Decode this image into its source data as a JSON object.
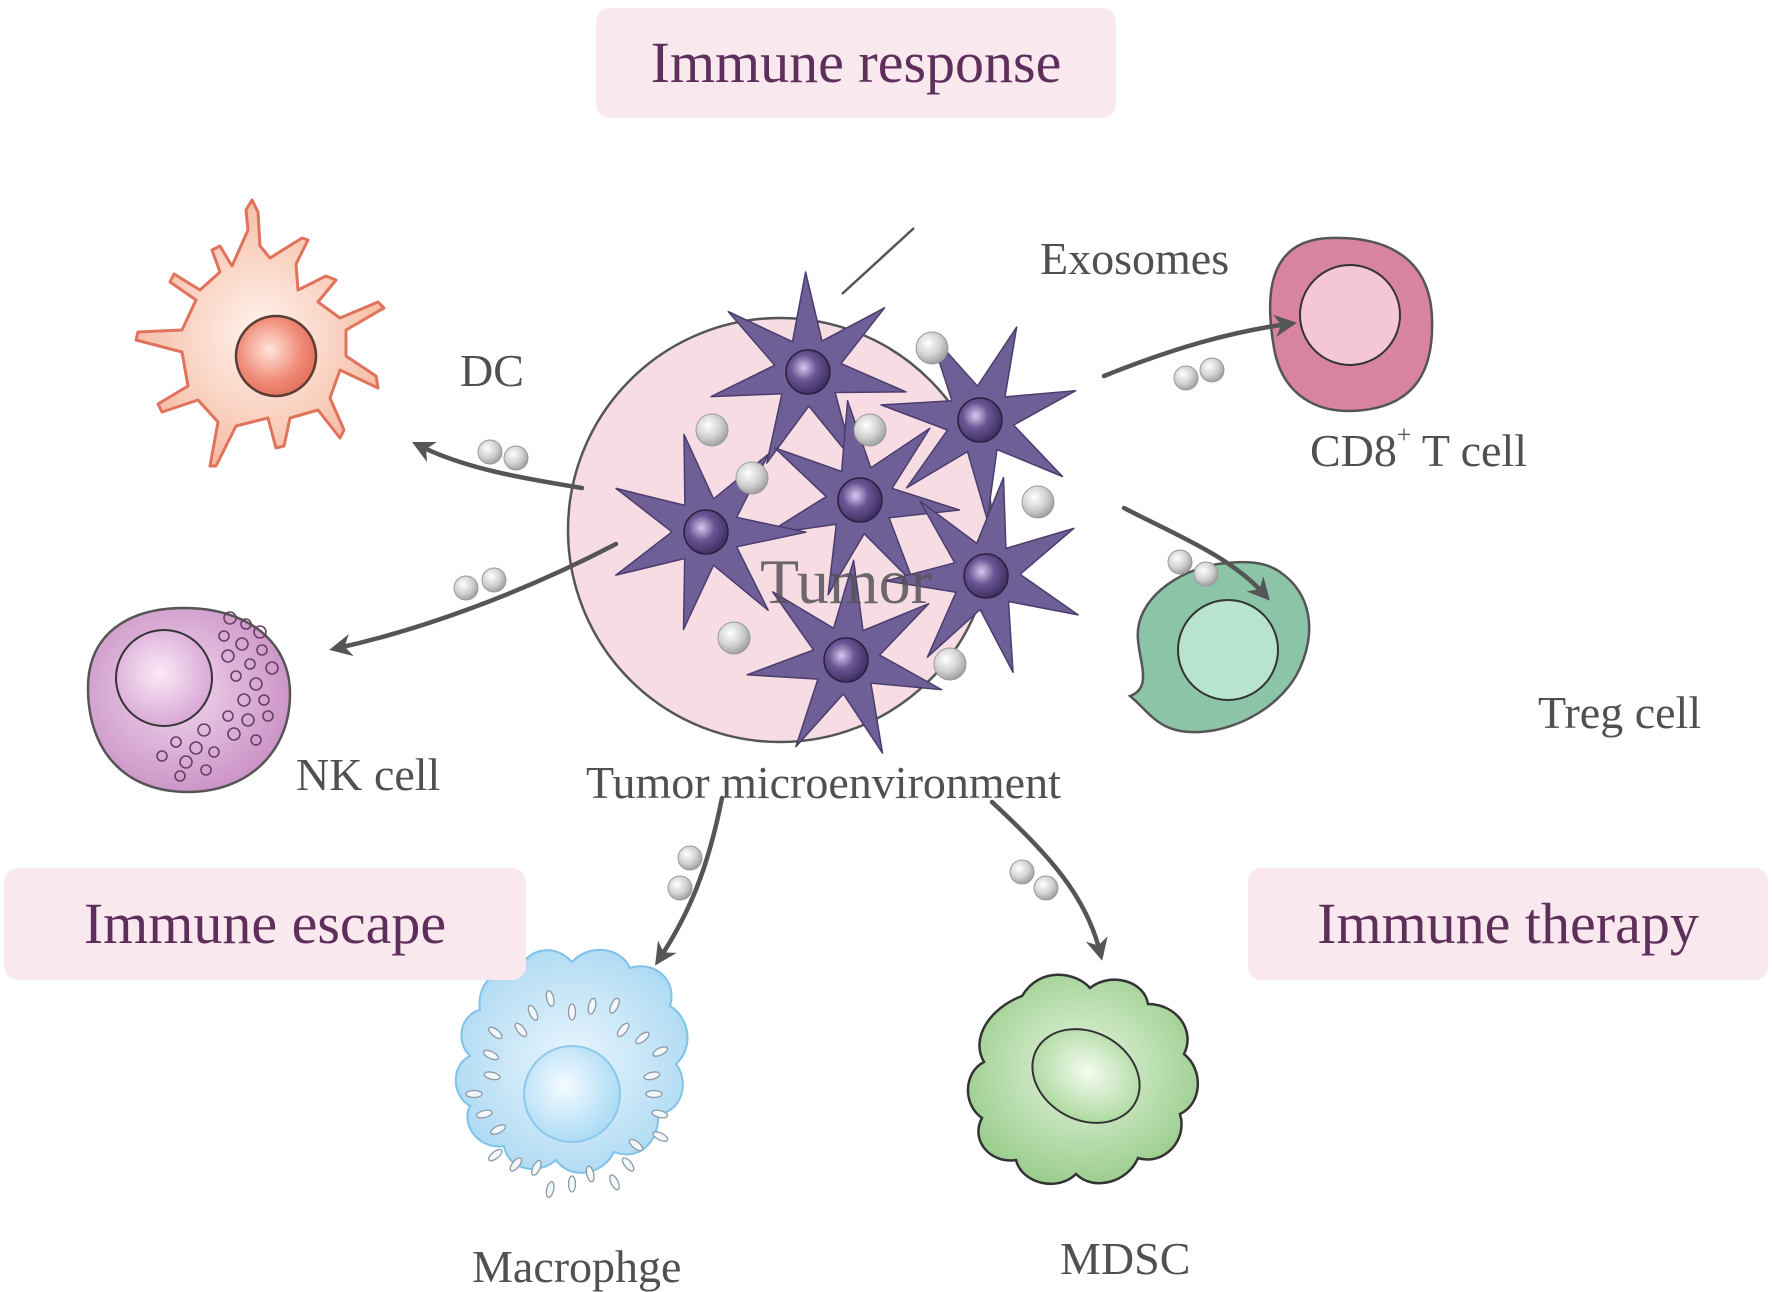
{
  "banners": {
    "immune_response": "Immune response",
    "immune_escape": "Immune escape",
    "immune_therapy": "Immune therapy"
  },
  "labels": {
    "exosomes": "Exosomes",
    "dc": "DC",
    "cd8_prefix": "CD8",
    "cd8_sup": "+",
    "cd8_suffix": " T cell",
    "nk_cell": "NK cell",
    "treg_cell": "Treg cell",
    "tumor": "Tumor",
    "tumor_microenvironment": "Tumor microenvironment",
    "macrophage": "Macrophge",
    "mdsc": "MDSC"
  },
  "colors": {
    "banner_fill": "#f9e9ee",
    "banner_text": "#5f2f5c",
    "tumor_circle": "#f7dde3",
    "tumor_cell": "#6f5f97",
    "dc": "#f0a58d",
    "cd8": "#d9849e",
    "treg": "#8cc4a8",
    "nk": "#c98fc4",
    "macrophage": "#b6def4",
    "mdsc": "#9fd090",
    "arrow": "#555555",
    "exosome": "#c4c4c4"
  }
}
